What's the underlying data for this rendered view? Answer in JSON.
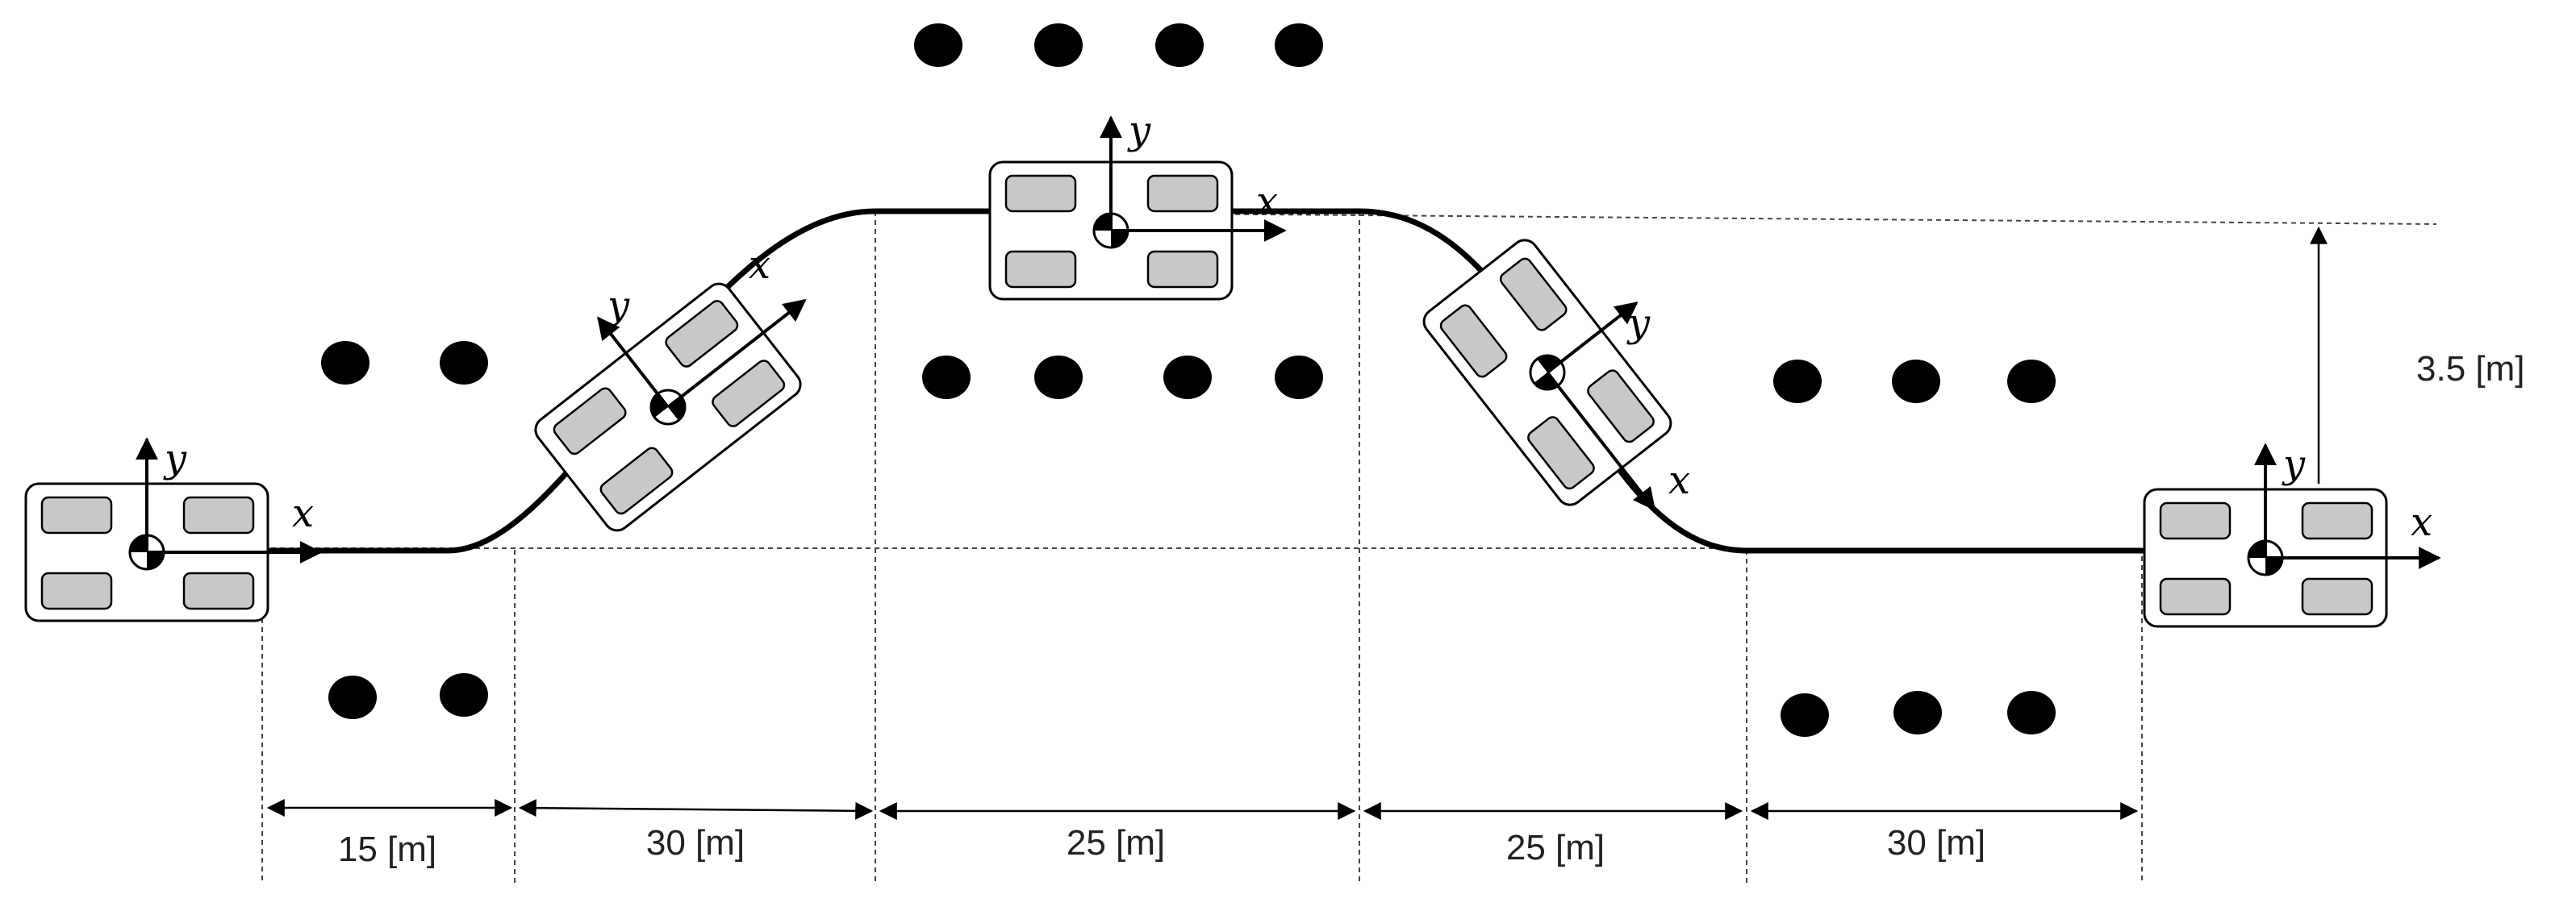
{
  "dimensions": {
    "segments": [
      "15 [m]",
      "30 [m]",
      "25 [m]",
      "25 [m]",
      "30 [m]"
    ],
    "lateral_offset": "3.5 [m]"
  },
  "axes": {
    "x": "x",
    "y": "y"
  },
  "colors": {
    "stroke": "#000000",
    "wheel": "#c8c8c8",
    "guide": "#444444",
    "background": "#ffffff"
  },
  "icons": [
    "vehicle-icon",
    "center-of-gravity-icon",
    "traffic-cone-marker"
  ]
}
